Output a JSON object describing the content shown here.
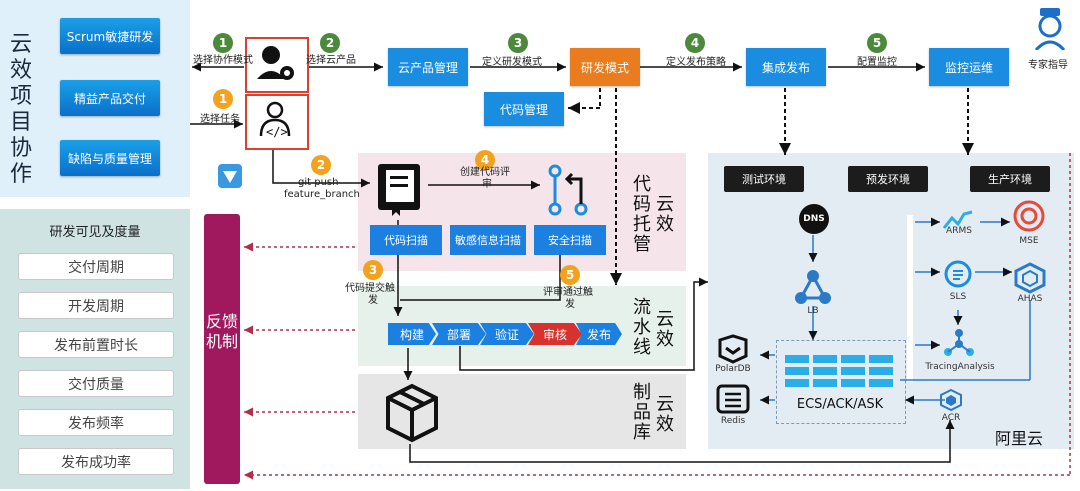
{
  "project": {
    "title": "云效项目协作",
    "buttons": [
      "Scrum敏捷研发",
      "精益产品交付",
      "缺陷与质量管理"
    ]
  },
  "metrics": {
    "title": "研发可见及度量",
    "items": [
      "交付周期",
      "开发周期",
      "发布前置时长",
      "交付质量",
      "发布频率",
      "发布成功率"
    ]
  },
  "feedback": {
    "label": "反馈机制"
  },
  "steps": {
    "s1a": {
      "num": "1",
      "label": "选择协作模式"
    },
    "s1b": {
      "num": "1",
      "label": "选择任务"
    },
    "s2a": {
      "num": "2",
      "label": "选择云产品"
    },
    "s2b": {
      "num": "2",
      "label1": "git push",
      "label2": "feature_branch"
    },
    "s3a": {
      "num": "3",
      "label": "定义研发模式"
    },
    "s3b": {
      "num": "3",
      "label1": "代码提交触",
      "label2": "发"
    },
    "s4a": {
      "num": "4",
      "label": "定义发布策略"
    },
    "s4b": {
      "num": "4",
      "label1": "创建代码评",
      "label2": "审"
    },
    "s5a": {
      "num": "5",
      "label": "配置监控"
    },
    "s5b": {
      "num": "5",
      "label1": "评审通过触",
      "label2": "发"
    }
  },
  "nodes": {
    "cloud_product": "云产品管理",
    "dev_mode": "研发模式",
    "integration": "集成发布",
    "monitor": "监控运维",
    "code_mgmt": "代码管理"
  },
  "expert": {
    "label": "专家指导"
  },
  "regions": {
    "code": "代码托管云效",
    "flow": "流水线云效",
    "artifact": "制品库云效",
    "aliyun": "阿里云"
  },
  "scans": [
    "代码扫描",
    "敏感信息扫描",
    "安全扫描"
  ],
  "pipeline": [
    "构建",
    "部署",
    "验证",
    "审核",
    "发布"
  ],
  "envs": [
    "测试环境",
    "预发环境",
    "生产环境"
  ],
  "services": {
    "lb": "LB",
    "polardb": "PolarDB",
    "redis": "Redis",
    "ecs": "ECS/ACK/ASK",
    "arms": "ARMS",
    "mse": "MSE",
    "sls": "SLS",
    "ahas": "AHAS",
    "tracing": "TracingAnalysis",
    "acr": "ACR",
    "dns_icon": "DNS"
  },
  "colors": {
    "primary_blue": "#1a8de0",
    "orange": "#e87c1e",
    "feedback": "#a0185e",
    "step_green": "#4a8a3a",
    "step_orange": "#f2a21d",
    "review_red": "#d8322e"
  }
}
